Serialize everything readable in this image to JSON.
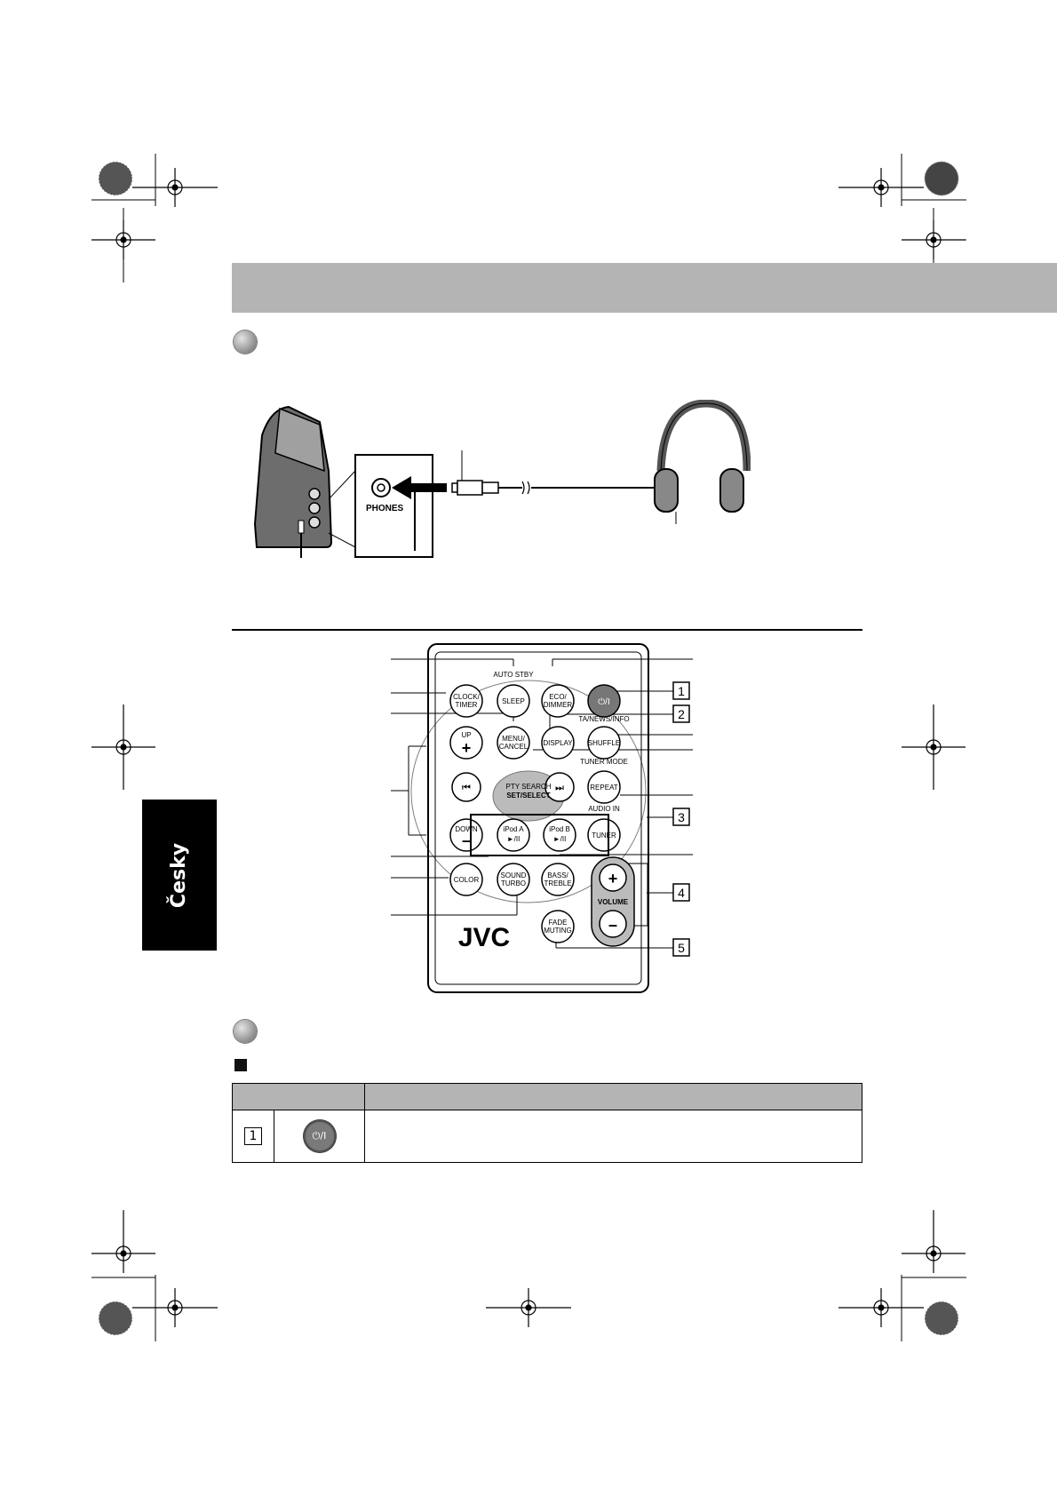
{
  "side_tab": {
    "label": "Česky"
  },
  "phones_figure": {
    "jack_label": "PHONES"
  },
  "remote": {
    "brand": "JVC",
    "buttons": {
      "auto_stby": "AUTO STBY",
      "sleep": "SLEEP",
      "clock_timer": [
        "CLOCK/",
        "TIMER"
      ],
      "eco_dimmer": [
        "ECO/",
        "DIMMER"
      ],
      "power": "⏻/I",
      "menu_cancel": [
        "MENU/",
        "CANCEL"
      ],
      "display": "DISPLAY",
      "ta_news_info": "TA/NEWS/INFO",
      "shuffle": "SHUFFLE",
      "up": "UP",
      "prev": "⏮",
      "next": "⏭",
      "pty_search": "PTY SEARCH",
      "set_select": "SET/SELECT",
      "tuner_mode": "TUNER MODE",
      "repeat": "REPEAT",
      "down": "DOWN",
      "ipod_a": "iPod A",
      "ipod_b": "iPod B",
      "play_pause": "►/II",
      "audio_in": "AUDIO IN",
      "tuner": "TUNER",
      "color": "COLOR",
      "sound_turbo": [
        "SOUND",
        "TURBO"
      ],
      "bass_treble": [
        "BASS/",
        "TREBLE"
      ],
      "volume": "VOLUME",
      "plus": "+",
      "minus": "–",
      "fade_muting": [
        "FADE",
        "MUTING"
      ]
    },
    "callouts": [
      "1",
      "2",
      "3",
      "4",
      "5"
    ]
  },
  "table": {
    "rows": [
      {
        "number": "1",
        "button": "⏻/I"
      }
    ]
  }
}
